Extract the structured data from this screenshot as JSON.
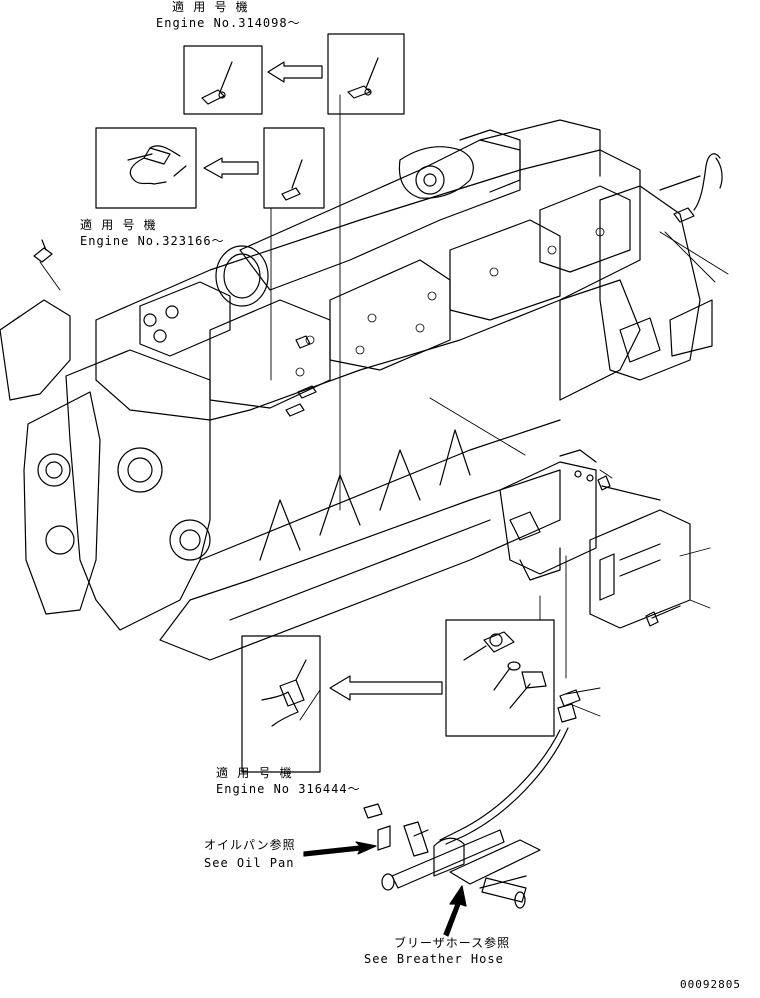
{
  "labels": {
    "applicable_a_jp": "適 用 号 機",
    "applicable_a_en": "Engine No.314098～",
    "applicable_b_jp": "適 用 号 機",
    "applicable_b_en": "Engine No.323166～",
    "applicable_c_jp": "適 用 号 機",
    "applicable_c_en": "Engine No 316444～",
    "oil_pan_jp": "オイルパン参照",
    "oil_pan_en": "See Oil Pan",
    "breather_jp": "ブリーザホース参照",
    "breather_en": "See Breather Hose",
    "drawing_no": "00092805"
  }
}
